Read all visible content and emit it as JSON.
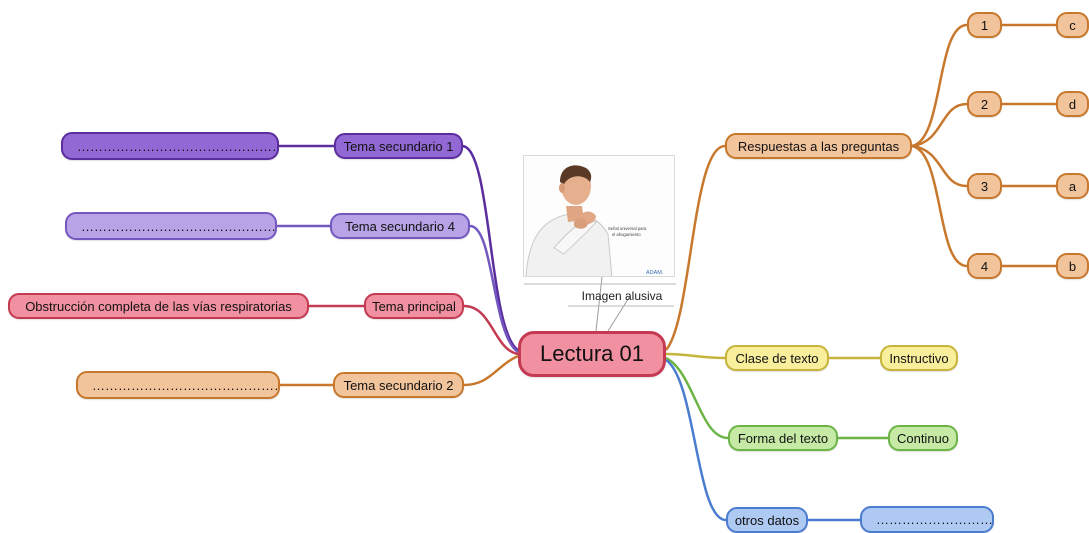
{
  "central": {
    "label": "Lectura 01"
  },
  "image": {
    "caption": "Imagen alusiva",
    "inner_text_line1": "Señal universal para",
    "inner_text_line2": "el ahogamiento",
    "logo_text": "ADAM."
  },
  "left_branches": [
    {
      "label": "Tema secundario 1",
      "child": "……………………………………………"
    },
    {
      "label": "Tema secundario  4",
      "child": "……………………………………………"
    },
    {
      "label": "Tema principal",
      "child": "Obstrucción completa de las vías respiratorias"
    },
    {
      "label": "Tema secundario 2",
      "child": "……………………………………………"
    }
  ],
  "right_branches": {
    "answers": {
      "label": "Respuestas a las preguntas",
      "items": [
        {
          "question": "1",
          "answer": "c"
        },
        {
          "question": "2",
          "answer": "d"
        },
        {
          "question": "3",
          "answer": "a"
        },
        {
          "question": "4",
          "answer": "b"
        }
      ]
    },
    "text_class": {
      "label": "Clase de texto",
      "value": "Instructivo"
    },
    "text_form": {
      "label": "Forma del texto",
      "value": "Continuo"
    },
    "other": {
      "label": "otros datos",
      "value": "…………………………"
    }
  },
  "colors": {
    "purple_dark": "#5b2d9e",
    "purple_light": "#7458c0",
    "red": "#c43a52",
    "orange": "#c8782c",
    "yellow": "#c8b43a",
    "green": "#6cb446",
    "blue": "#4a7cd0"
  }
}
